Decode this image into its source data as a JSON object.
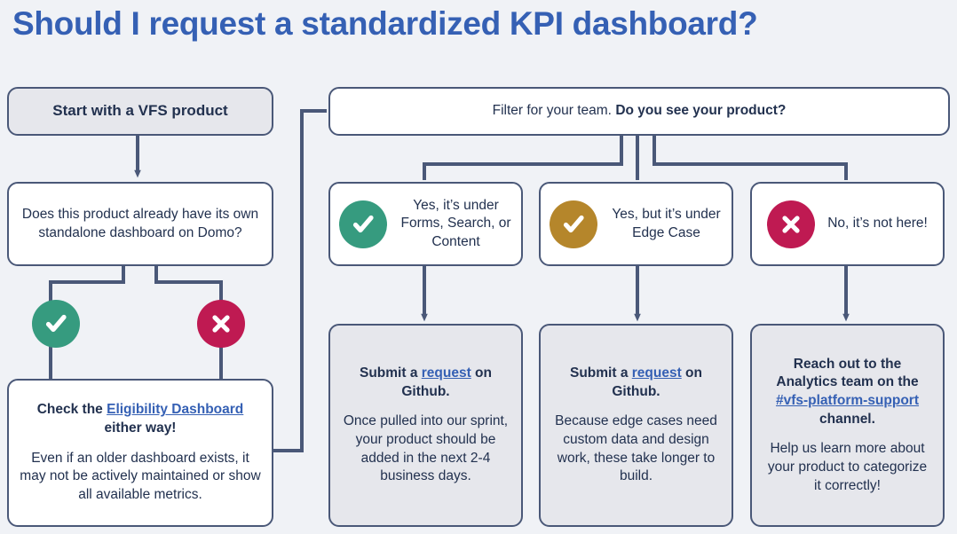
{
  "page": {
    "title": "Should I request a standardized KPI dashboard?",
    "background_color": "#f0f2f6",
    "title_color": "#3560b4",
    "line_color": "#4a5878",
    "text_color": "#22314f",
    "filled_box_color": "#e6e7ec",
    "link_color": "#3560b4"
  },
  "colors": {
    "check_green": "#369b7f",
    "check_gold": "#b5862b",
    "x_crimson": "#bf1a52"
  },
  "nodes": {
    "start": {
      "label": "Start with a VFS product",
      "style": "filled-bold"
    },
    "question": {
      "label": "Does this product already have its own standalone dashboard on Domo?",
      "style": "plain"
    },
    "eligibility": {
      "lead_before": "Check the ",
      "link_text": "Eligibility Dashboard",
      "lead_after": " either way!",
      "body": "Even if an older dashboard exists, it may not be actively maintained or show all available metrics.",
      "style": "plain"
    },
    "filter": {
      "normal_text": "Filter for your team. ",
      "bold_text": "Do you see your product?",
      "style": "plain"
    },
    "yes_forms": {
      "icon": "check-circle-green-icon",
      "icon_color": "#369b7f",
      "label": "Yes, it’s under Forms, Search, or Content"
    },
    "yes_edge": {
      "icon": "check-circle-gold-icon",
      "icon_color": "#b5862b",
      "label": "Yes, but it’s under Edge Case"
    },
    "no_here": {
      "icon": "x-circle-crimson-icon",
      "icon_color": "#bf1a52",
      "label": "No, it’s not here!"
    },
    "submit_forms": {
      "lead_before": "Submit a ",
      "link_text": "request",
      "lead_after": " on Github.",
      "body": "Once pulled into our sprint, your product should be added in the next 2-4 business days.",
      "style": "filled"
    },
    "submit_edge": {
      "lead_before": "Submit a ",
      "link_text": "request",
      "lead_after": " on Github.",
      "body": "Because edge cases need custom data and design work, these take longer to build.",
      "style": "filled"
    },
    "reach_out": {
      "lead_before": "Reach out to the Analytics team on the ",
      "link_text": "#vfs-platform-support",
      "lead_after": " channel.",
      "body": "Help us  learn more about your product to categorize it correctly!",
      "style": "filled"
    }
  },
  "fork_badges": {
    "yes": {
      "icon": "check-circle-green-icon",
      "icon_color": "#369b7f"
    },
    "no": {
      "icon": "x-circle-crimson-icon",
      "icon_color": "#bf1a52"
    }
  }
}
